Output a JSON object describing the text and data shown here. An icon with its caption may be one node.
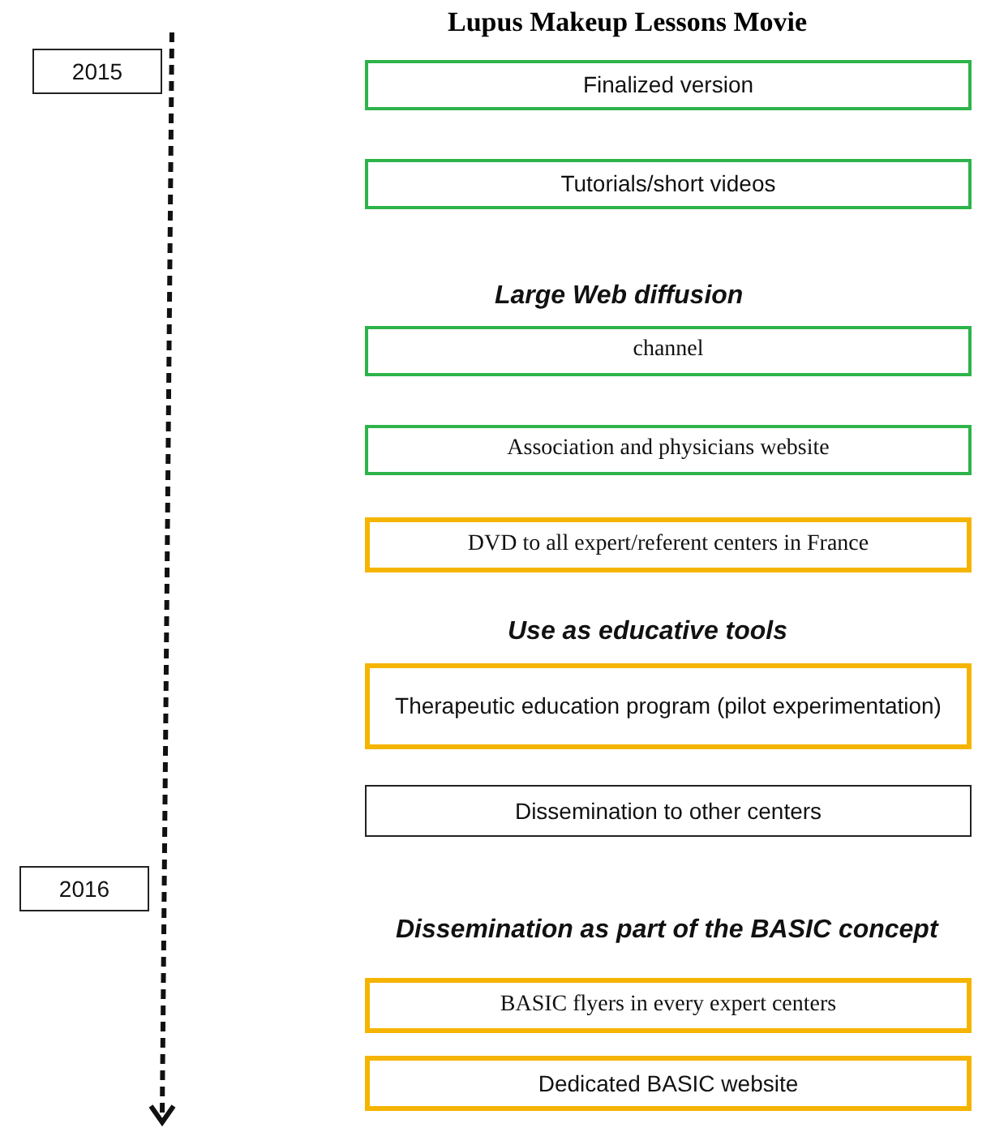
{
  "diagram": {
    "title": "Lupus Makeup Lessons Movie",
    "nodes": [
      {
        "text": [
          "2015"
        ]
      },
      {
        "text": [
          "Finalized version"
        ]
      },
      {
        "text": [
          "Tutorials/short videos"
        ]
      },
      {
        "text": [
          "channel"
        ]
      },
      {
        "text": [
          "Association and physicians website"
        ]
      },
      {
        "text": [
          "DVD to all expert/referent centers in France"
        ]
      },
      {
        "text": [
          "Therapeutic education program (pilot experimentation)"
        ]
      },
      {
        "text": [
          "Dissemination to other centers"
        ]
      },
      {
        "text": [
          "2016"
        ]
      },
      {
        "text": [
          "BASIC flyers in every expert centers"
        ]
      },
      {
        "text": [
          "Dedicated BASIC website"
        ]
      }
    ],
    "labels": [
      "Large Web diffusion",
      "Use as educative tools",
      "Dissemination as part of the BASIC concept"
    ]
  }
}
